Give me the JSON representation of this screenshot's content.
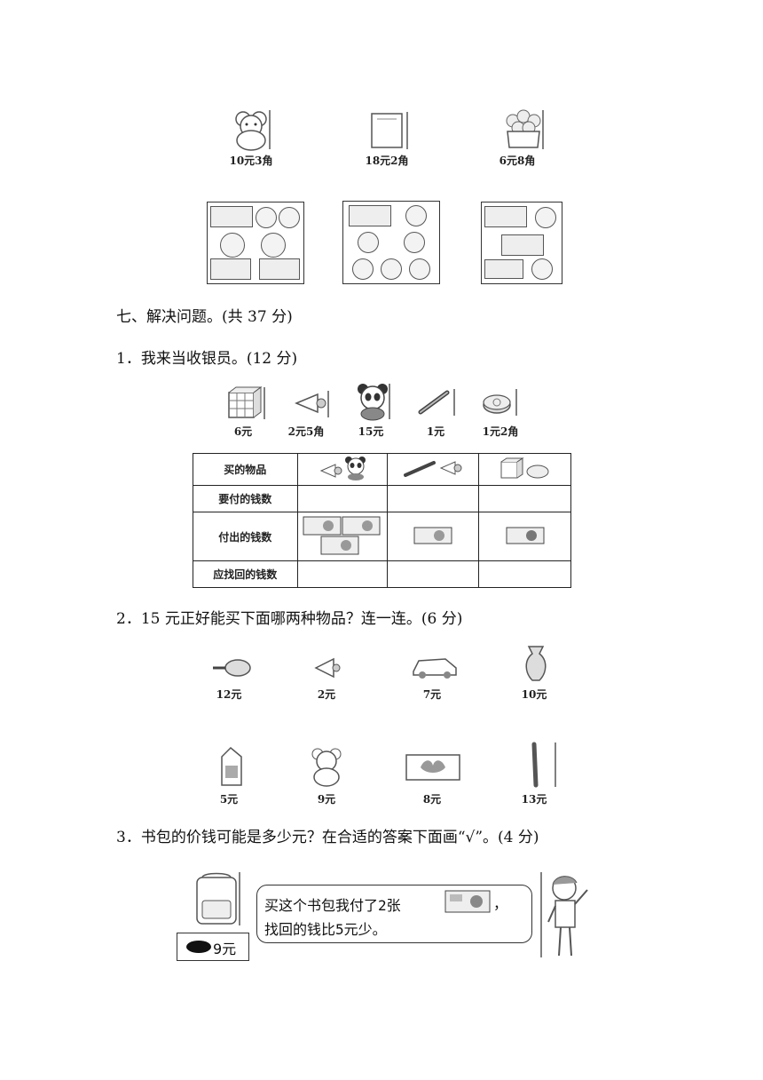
{
  "top_items": [
    {
      "icon": "teddy-bear-icon",
      "price": "10元3角"
    },
    {
      "icon": "notebook-icon",
      "price": "18元2角"
    },
    {
      "icon": "cake-icon",
      "price": "6元8角"
    }
  ],
  "section_seven": {
    "title": "七、解决问题。(共 37 分)"
  },
  "q1": {
    "title": "1．我来当收银员。(12 分)",
    "items": [
      {
        "icon": "rubiks-cube-icon",
        "price": "6元"
      },
      {
        "icon": "shuttlecock-icon",
        "price": "2元5角"
      },
      {
        "icon": "panda-toy-icon",
        "price": "15元"
      },
      {
        "icon": "pen-icon",
        "price": "1元"
      },
      {
        "icon": "mooncake-icon",
        "price": "1元2角"
      }
    ],
    "table": {
      "row_labels": [
        "买的物品",
        "要付的钱数",
        "付出的钱数",
        "应找回的钱数"
      ]
    }
  },
  "q2": {
    "title": "2．15 元正好能买下面哪两种物品？连一连。(6 分)",
    "row1": [
      {
        "icon": "racket-icon",
        "price": "12元"
      },
      {
        "icon": "shuttlecock-icon",
        "price": "2元"
      },
      {
        "icon": "toy-car-icon",
        "price": "7元"
      },
      {
        "icon": "vase-icon",
        "price": "10元"
      }
    ],
    "row2": [
      {
        "icon": "milk-carton-icon",
        "price": "5元"
      },
      {
        "icon": "teddy-bear-icon",
        "price": "9元"
      },
      {
        "icon": "pencil-case-icon",
        "price": "8元"
      },
      {
        "icon": "flute-icon",
        "price": "13元"
      }
    ]
  },
  "q3": {
    "title": "3．书包的价钱可能是多少元？在合适的答案下面画“√”。(4 分)",
    "price_tag": "9元",
    "bubble_line1_a": "买这个书包我付了2张",
    "bubble_line1_b": "，",
    "bubble_line2": "找回的钱比5元少。"
  }
}
